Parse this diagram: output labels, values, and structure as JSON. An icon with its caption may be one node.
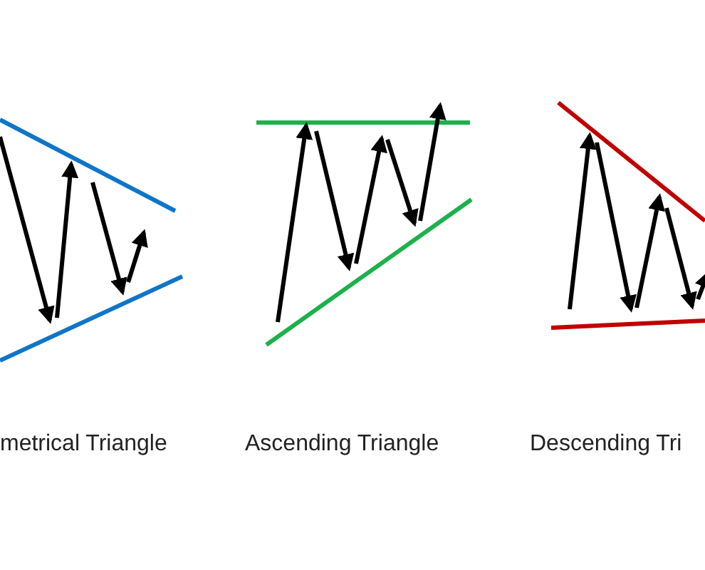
{
  "diagram": {
    "labels": [
      "metrical Triangle",
      "Ascending Triangle",
      "Descending Tri"
    ]
  }
}
